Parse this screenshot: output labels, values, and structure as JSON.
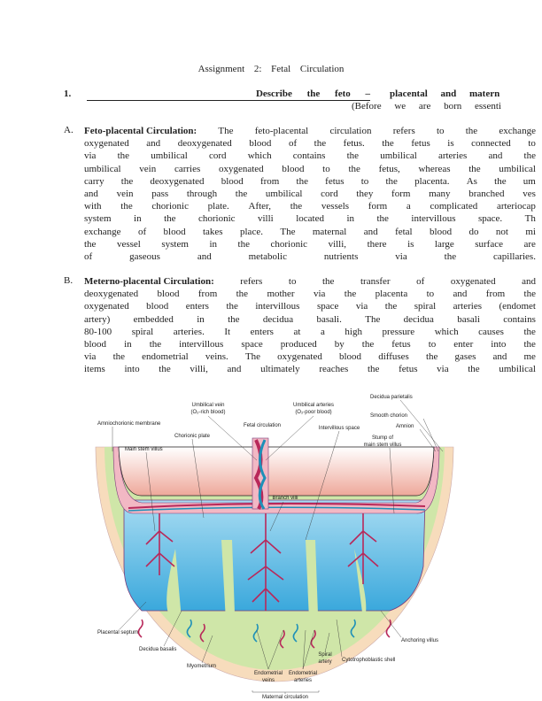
{
  "title": "Assignment 2: Fetal Circulation",
  "question": {
    "number": "1.",
    "line1_underlined": "Describe the feto –",
    "line1_rest": "placental and matern",
    "line2": "(Before we are born essenti"
  },
  "sections": [
    {
      "label": "A.",
      "heading": "Feto-placental Circulation:",
      "lines": [
        "The feto-placental circulation refers to the exchange",
        "oxygenated and deoxygenated blood of the fetus. the fetus is connected to",
        "via the umbilical cord which contains the umbilical arteries and the",
        "umbilical vein carries oxygenated blood to the fetus, whereas the umbilical",
        "carry the deoxygenated blood from the fetus to the placenta. As the um",
        "and vein pass through the umbilical cord they form many branched ves",
        "with the chorionic plate. After, the vessels form a complicated arteriocap",
        "system in the chorionic villi located in the intervillous space. Th",
        "exchange of blood takes place. The maternal and fetal blood do not mi",
        "the vessel system in the chorionic villi, there is large surface are",
        "of gaseous and metabolic nutrients via the capillaries."
      ]
    },
    {
      "label": "B.",
      "heading": "Meterno-placental Circulation:",
      "lines": [
        "refers to the transfer of oxygenated and",
        "deoxygenated blood from the mother via the placenta to and from the",
        "oxygenated blood enters the intervillous space via the spiral arteries (endomet",
        "artery) embedded in the decidua basali. The decidua basali contains",
        "80-100 spiral arteries. It enters at a high pressure which causes the",
        "blood in the intervillous space produced by the fetus to enter into the",
        "via the endometrial veins. The oxygenated blood diffuses the gases and me",
        "items into the villi, and ultimately reaches the fetus via the umbilical"
      ]
    }
  ],
  "diagram": {
    "labels": {
      "umbilical_vein": "Umbilical vein",
      "umbilical_vein_sub": "(O₂-rich blood)",
      "umbilical_arteries": "Umbilical arteries",
      "umbilical_arteries_sub": "(O₂-poor blood)",
      "fetal_circulation": "Fetal circulation",
      "intervillous_space": "Intervillous space",
      "amniochorionic_membrane": "Amniochorionic membrane",
      "chorionic_plate": "Chorionic plate",
      "main_stem_villus": "Main stem villus",
      "decidua_parietalis": "Decidua parietalis",
      "smooth_chorion": "Smooth chorion",
      "amnion": "Amnion",
      "stump_1": "Stump of",
      "stump_2": "main stem villus",
      "branch_villi": "Branch villi",
      "placental_septum": "Placental septum",
      "decidua_basalis": "Decidua basalis",
      "myometrium": "Myometrium",
      "endometrial_veins_1": "Endometrial",
      "endometrial_veins_2": "veins",
      "endometrial_arteries_1": "Endometrial",
      "endometrial_arteries_2": "arteries",
      "spiral_artery_1": "Spiral",
      "spiral_artery_2": "artery",
      "cytotrophoblastic_shell": "Cytotrophoblastic shell",
      "anchoring_villus": "Anchoring villus",
      "maternal_circulation": "Maternal circulation"
    },
    "colors": {
      "artery": "#b8285a",
      "vein": "#1e90b8",
      "blood": "#6cc4e8",
      "decidua": "#cfe6a8",
      "myometrium": "#f7dcbc",
      "chorion": "#f2b8c4"
    }
  }
}
